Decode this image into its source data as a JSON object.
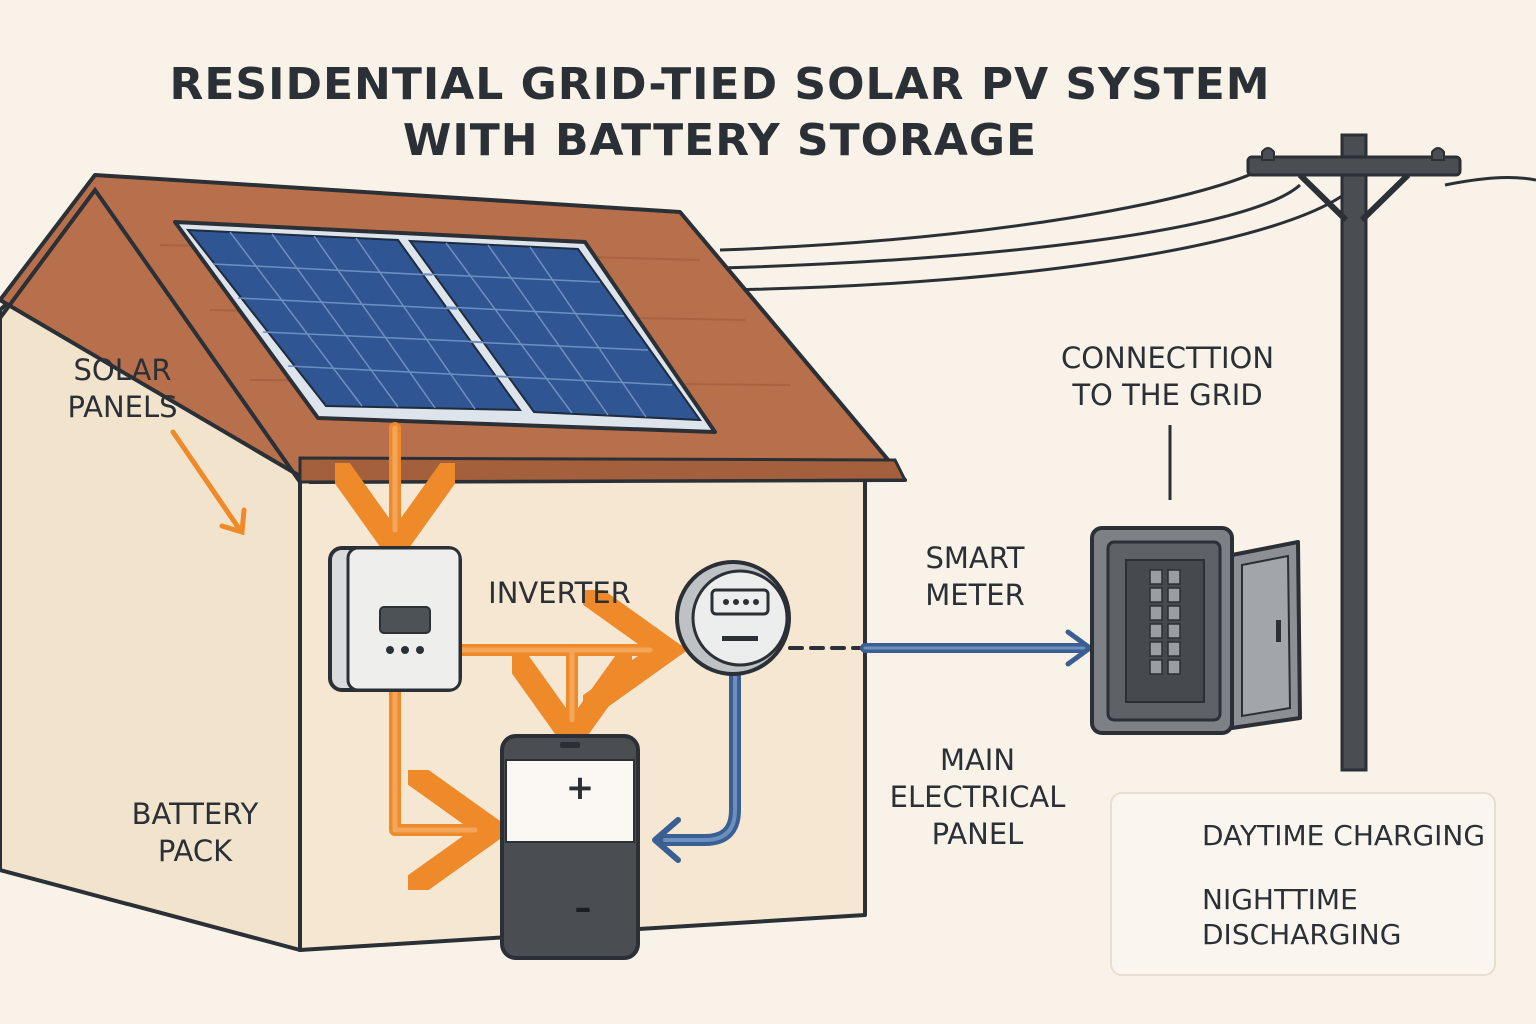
{
  "title": {
    "line1": "RESIDENTIAL GRID-TIED SOLAR PV SYSTEM",
    "line2": "WITH BATTERY STORAGE"
  },
  "labels": {
    "solar_panels": [
      "SOLAR",
      "PANELS"
    ],
    "inverter": "INVERTER",
    "smart_meter": [
      "SMART",
      "METER"
    ],
    "connection": [
      "CONNECTTION",
      "TO THE GRID"
    ],
    "main_panel": [
      "MAIN",
      "ELECTRICAL",
      "PANEL"
    ],
    "battery_pack": [
      "BATTERY",
      "PACK"
    ],
    "battery_plus": "+",
    "battery_minus": "–"
  },
  "legend": [
    {
      "label": "DAYTIME CHARGING",
      "color": "#ee8a2a"
    },
    {
      "label": "NIGHTTIME DISCHARGING",
      "label_lines": [
        "NIGHTTIME",
        "DISCHARGING"
      ],
      "color": "#3c5f93"
    }
  ],
  "colors": {
    "background": "#f8f2e8",
    "wall": "#f2e3cc",
    "roof": "#b8704c",
    "panel": "#2f5593",
    "daytime_flow": "#ee8a2a",
    "nighttime_flow": "#3c5f93",
    "pole": "#4a4d52"
  },
  "icons": [
    "solar-panel-icon",
    "inverter-icon",
    "smart-meter-icon",
    "battery-icon",
    "breaker-panel-icon",
    "utility-pole-icon"
  ]
}
